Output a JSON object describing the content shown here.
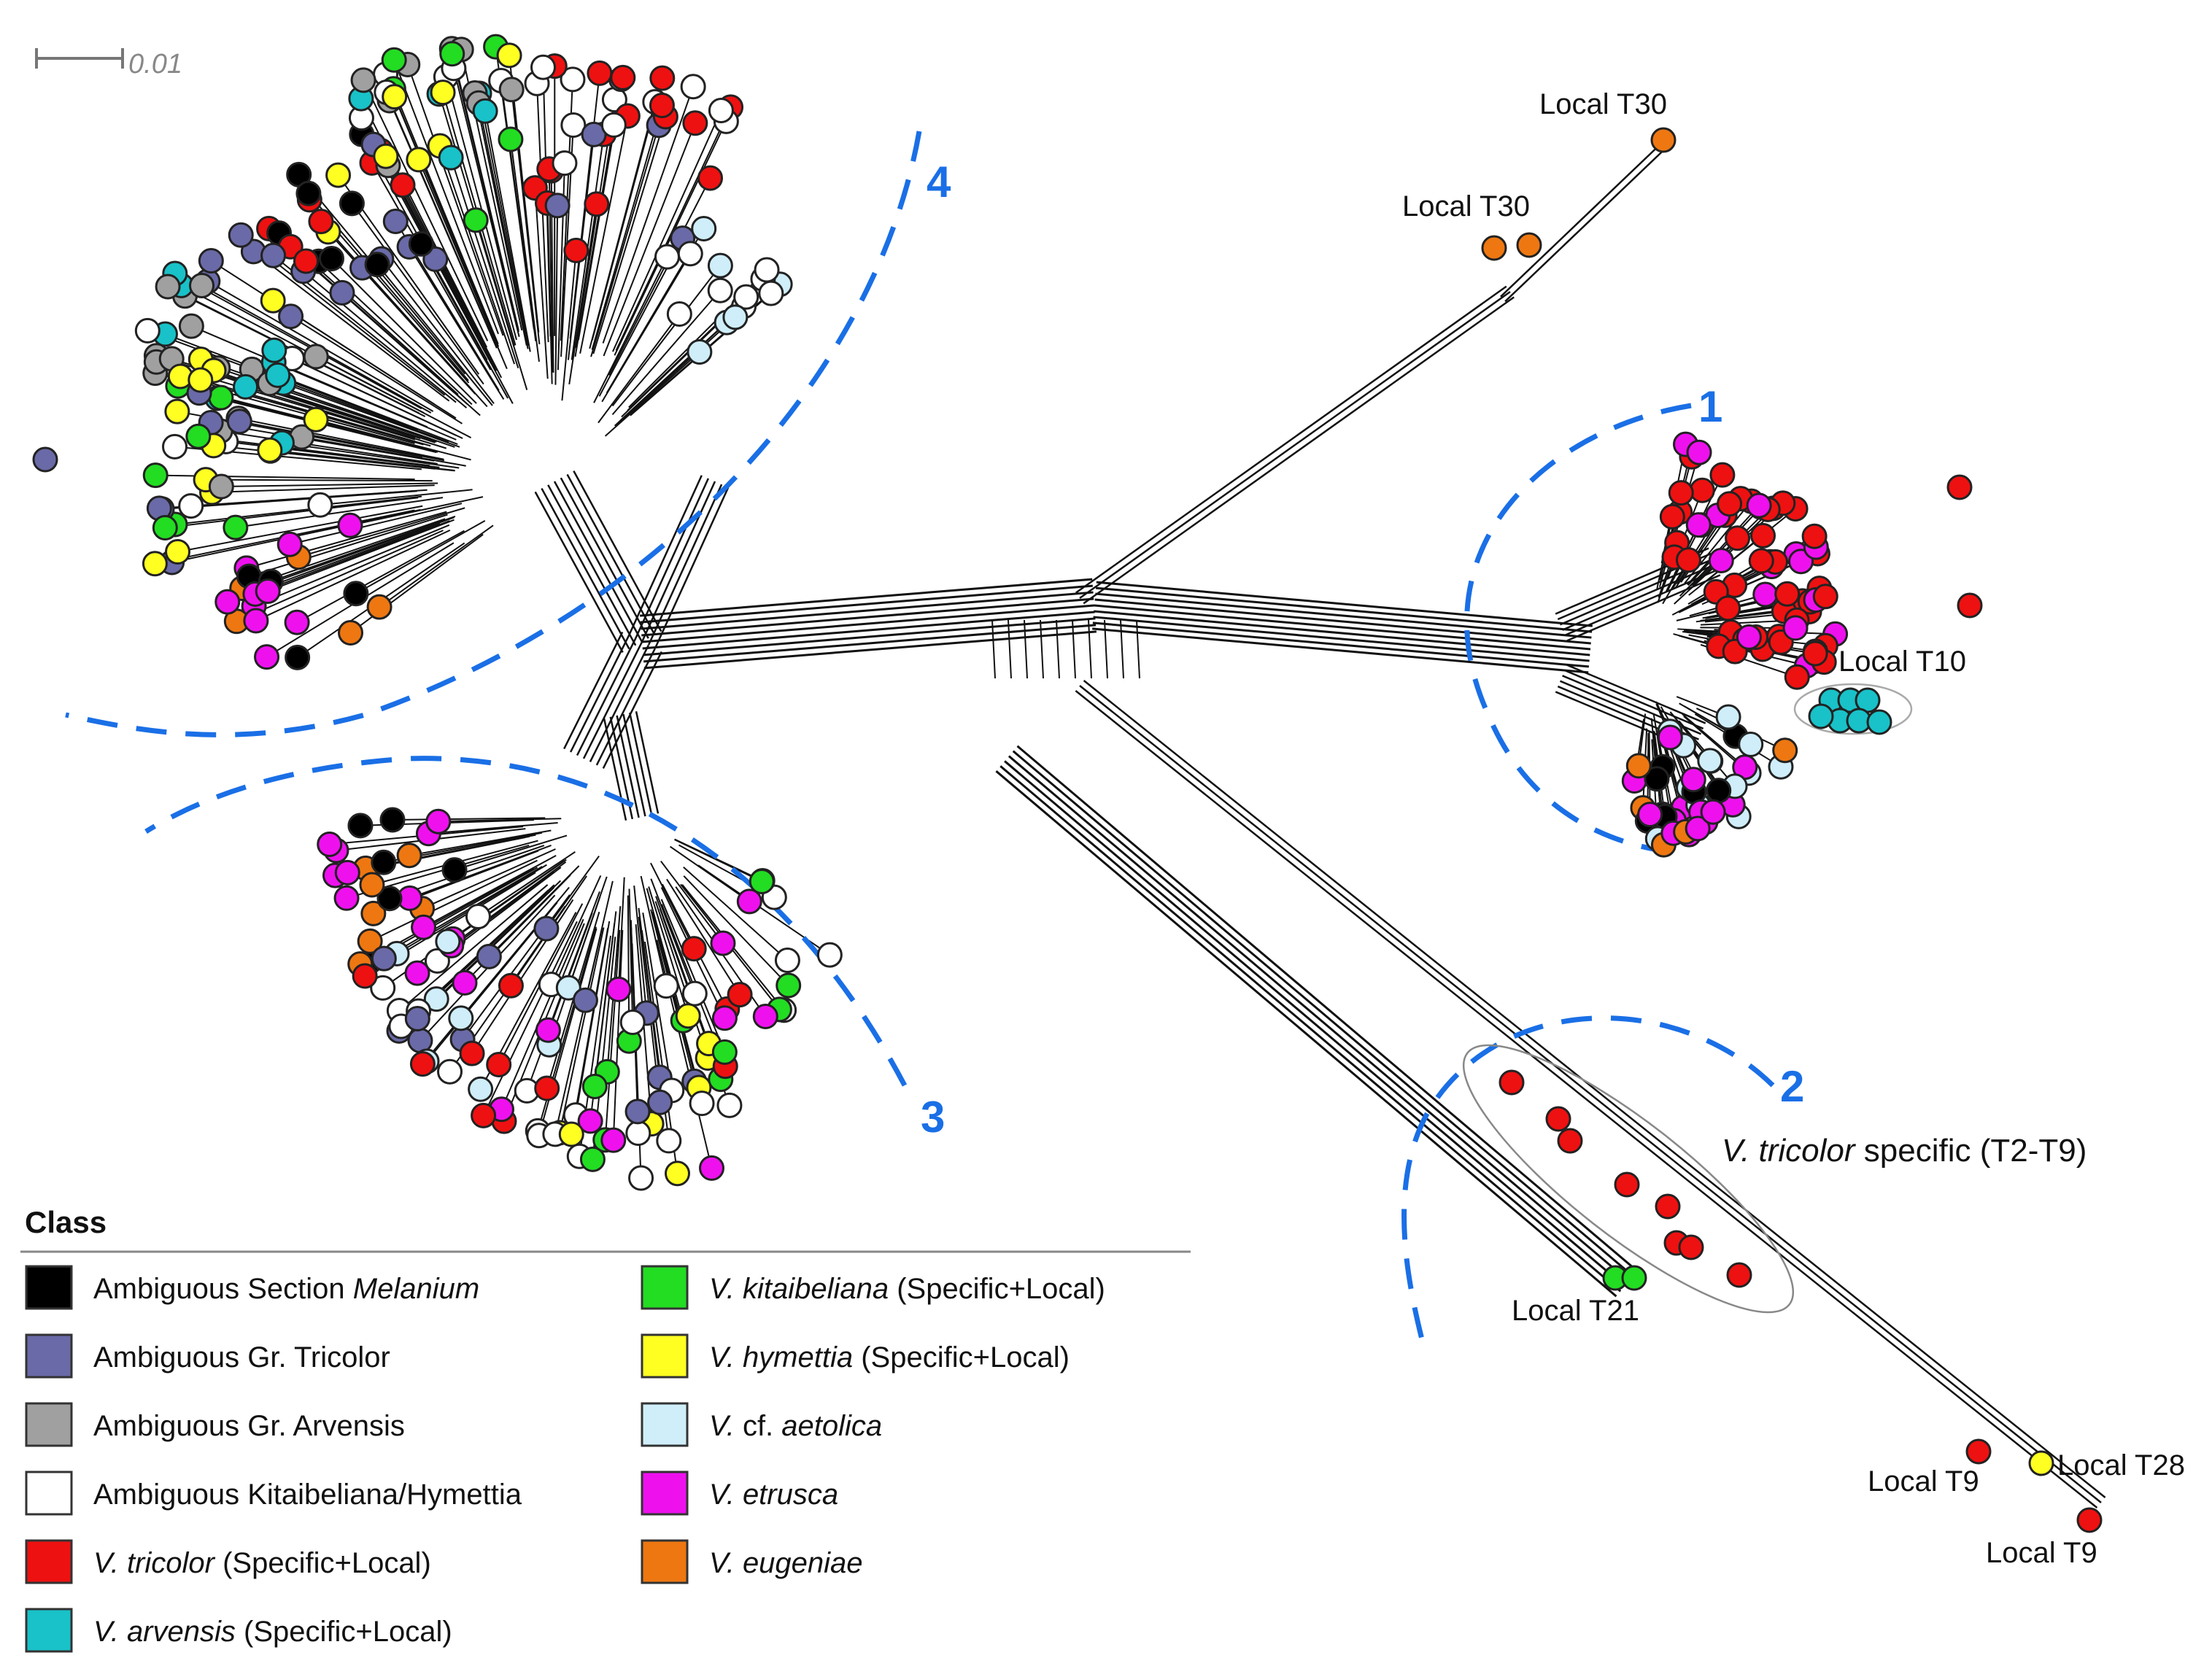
{
  "scale_bar": {
    "label": "0.01"
  },
  "cluster_labels": [
    "1",
    "2",
    "3",
    "4"
  ],
  "node_labels": {
    "t30_a": "Local T30",
    "t30_b": "Local T30",
    "t10": "Local T10",
    "t21": "Local T21",
    "t9_a": "Local T9",
    "t28": "Local T28",
    "t9_b": "Local T9"
  },
  "annotation": {
    "italic": "V. tricolor",
    "rest": " specific (T2-T9)"
  },
  "legend": {
    "title": "Class",
    "items": [
      {
        "key": "melanium",
        "parts": [
          {
            "t": "Ambiguous Section ",
            "i": false
          },
          {
            "t": "Melanium",
            "i": true
          }
        ],
        "color": "#000000"
      },
      {
        "key": "tricolor",
        "parts": [
          {
            "t": "Ambiguous Gr. Tricolor",
            "i": false
          }
        ],
        "color": "#6a6aa8"
      },
      {
        "key": "arvgroup",
        "parts": [
          {
            "t": "Ambiguous Gr. Arvensis",
            "i": false
          }
        ],
        "color": "#a0a0a0"
      },
      {
        "key": "kitahym",
        "parts": [
          {
            "t": "Ambiguous Kitaibeliana/Hymettia",
            "i": false
          }
        ],
        "color": "#ffffff"
      },
      {
        "key": "vtricolor",
        "parts": [
          {
            "t": "V. tricolor",
            "i": true
          },
          {
            "t": " (Specific+Local)",
            "i": false
          }
        ],
        "color": "#ee1111"
      },
      {
        "key": "varvensis",
        "parts": [
          {
            "t": "V. arvensis",
            "i": true
          },
          {
            "t": " (Specific+Local)",
            "i": false
          }
        ],
        "color": "#18c2c8"
      },
      {
        "key": "vkitaib",
        "parts": [
          {
            "t": "V. kitaibeliana",
            "i": true
          },
          {
            "t": " (Specific+Local)",
            "i": false
          }
        ],
        "color": "#22dd22"
      },
      {
        "key": "vhymettia",
        "parts": [
          {
            "t": "V. hymettia",
            "i": true
          },
          {
            "t": " (Specific+Local)",
            "i": false
          }
        ],
        "color": "#ffff22"
      },
      {
        "key": "vaetolica",
        "parts": [
          {
            "t": "V.",
            "i": true
          },
          {
            "t": " cf. ",
            "i": false
          },
          {
            "t": "aetolica",
            "i": true
          }
        ],
        "color": "#cfeefa"
      },
      {
        "key": "vetrusca",
        "parts": [
          {
            "t": "V. etrusca",
            "i": true
          }
        ],
        "color": "#ee11ee"
      },
      {
        "key": "veugeniae",
        "parts": [
          {
            "t": "V. eugeniae",
            "i": true
          }
        ],
        "color": "#ee7711"
      }
    ]
  }
}
